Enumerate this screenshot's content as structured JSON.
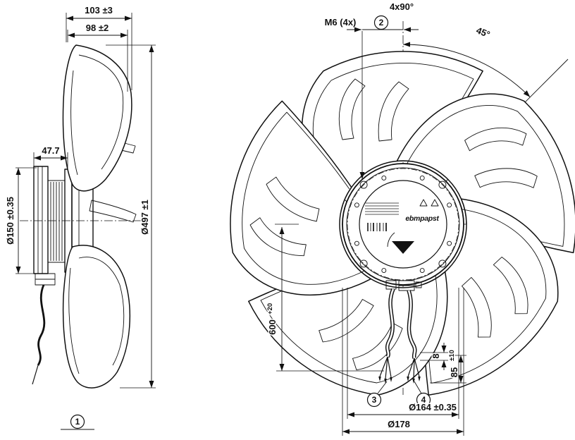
{
  "page": {
    "background": "#ffffff",
    "line_color": "#111111"
  },
  "side_view": {
    "dims": {
      "depth_total": "103 ±3",
      "depth_impeller": "98 ±2",
      "bracket_depth": "47.7",
      "mounting_pitch": "Ø150 ±0.35",
      "impeller_diameter": "Ø497 ±1"
    },
    "callout_1": "1"
  },
  "front_view": {
    "dims": {
      "hole_pattern": "4x90°",
      "thread": "M6 (4x)",
      "mount_angle": "45°",
      "cable_length": "600",
      "cable_length_tol": "+20",
      "connector_length": "8",
      "lead_end_length": "85",
      "lead_end_tol": "±10",
      "bolt_circle": "Ø164 ±0.35",
      "flange_diameter": "Ø178"
    },
    "callout_2": "2",
    "callout_3": "3",
    "callout_4": "4",
    "label": {
      "brand": "ebmpapst"
    }
  }
}
